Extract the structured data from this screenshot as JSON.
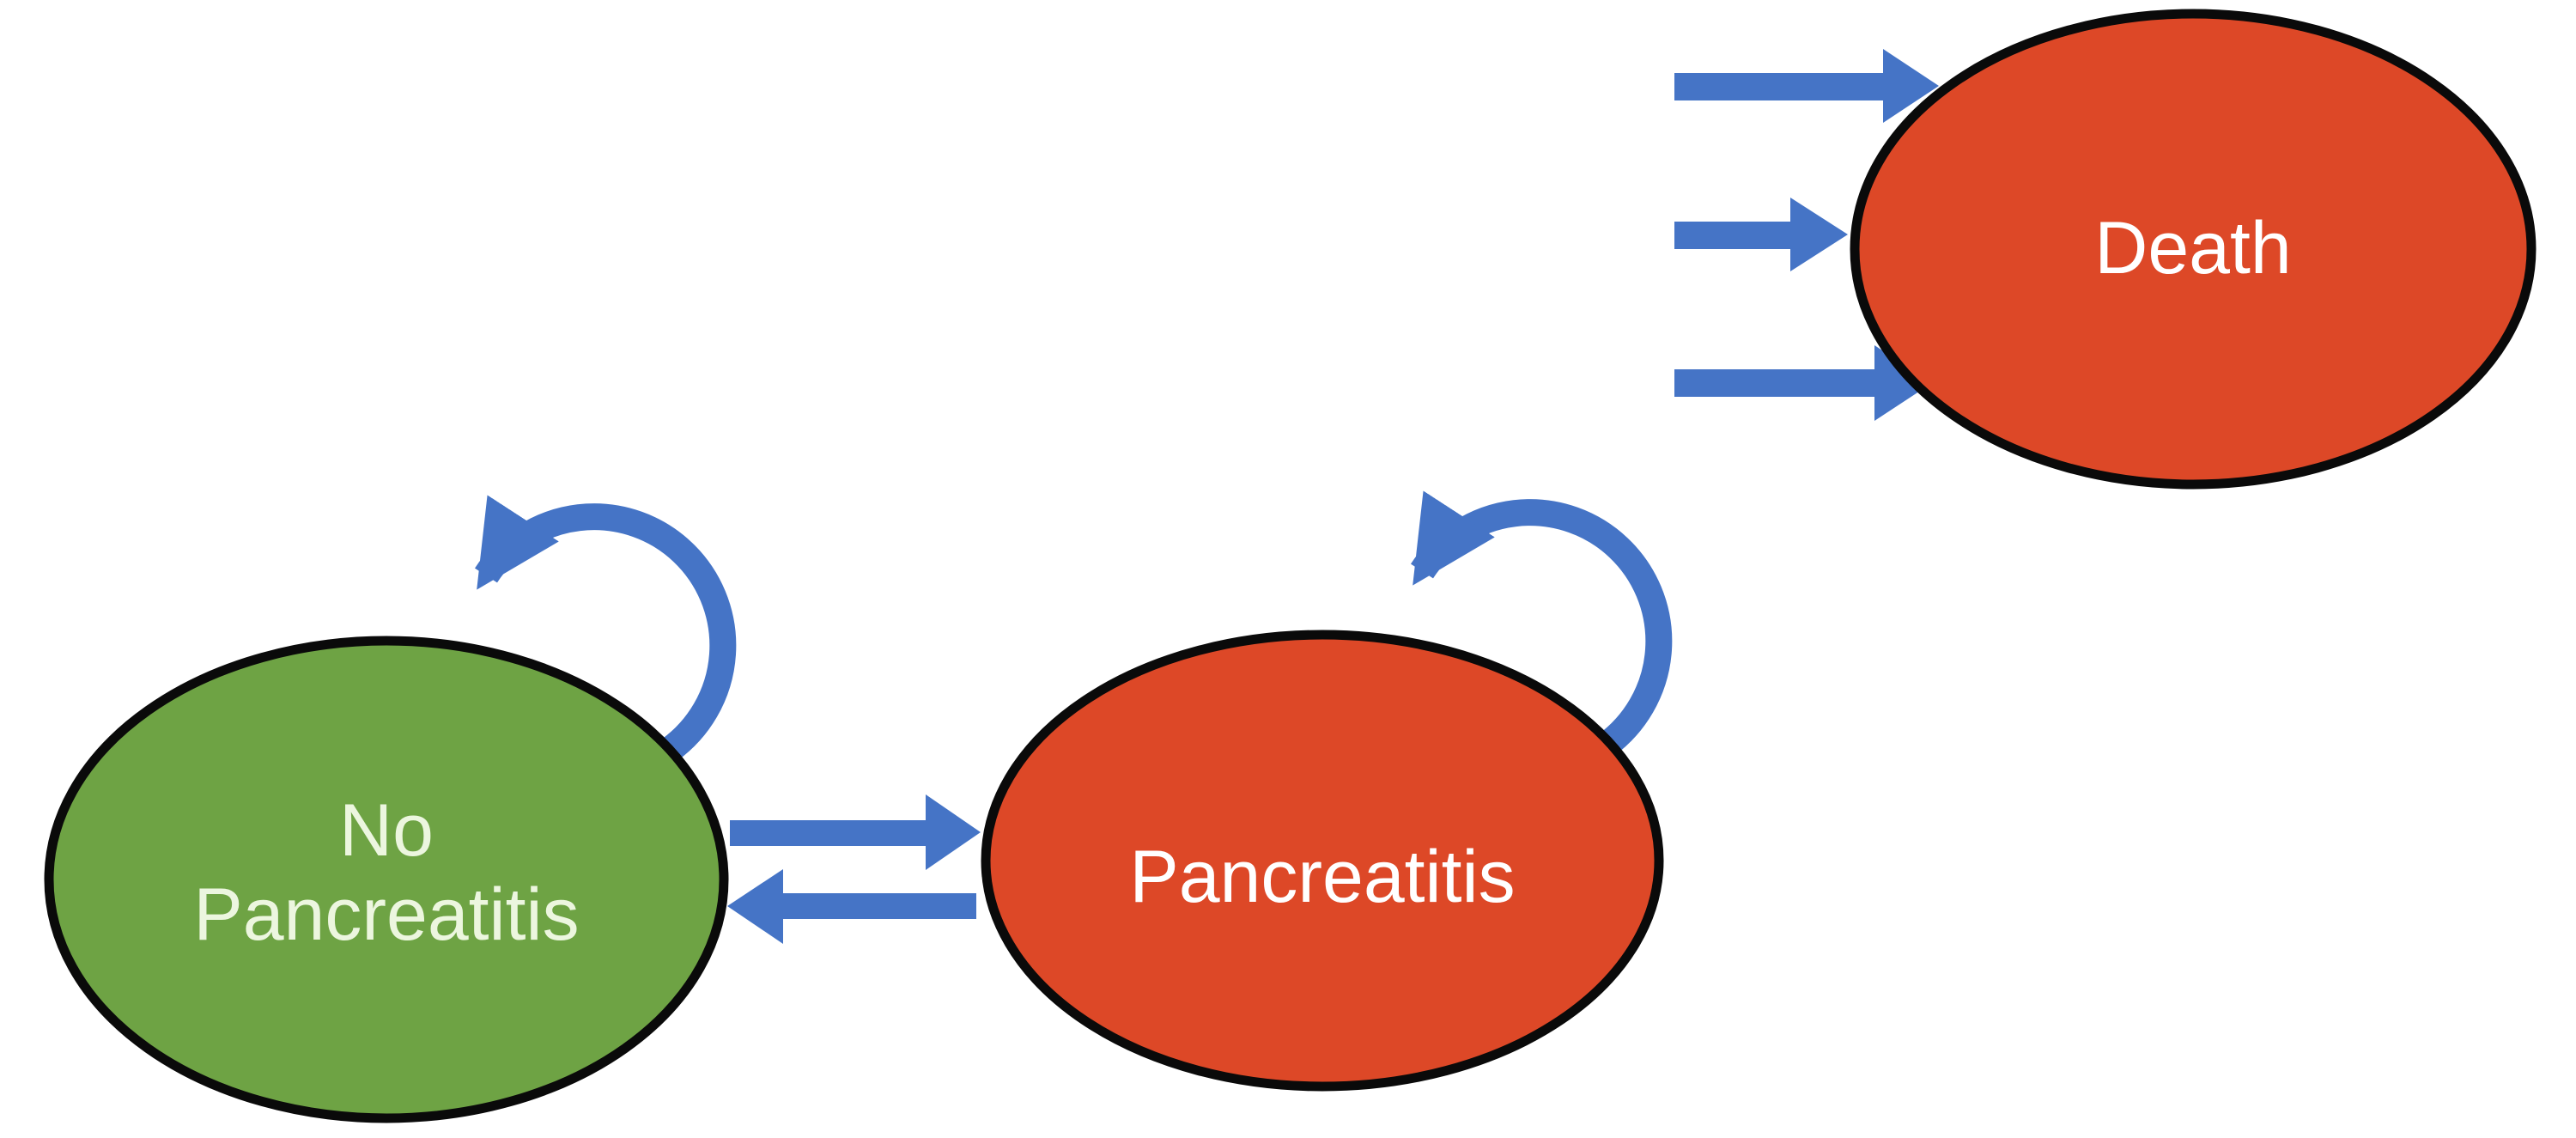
{
  "diagram": {
    "type": "state-transition-diagram",
    "background": "#ffffff",
    "nodes": [
      {
        "id": "no-pancreatitis",
        "label": "No Pancreatitis",
        "label_line1": "No",
        "label_line2": "Pancreatitis",
        "shape": "ellipse",
        "fill": "#6EA344",
        "text_color": "#ECF6DF"
      },
      {
        "id": "pancreatitis",
        "label": "Pancreatitis",
        "shape": "ellipse",
        "fill": "#DD4827",
        "text_color": "#FFFFFF"
      },
      {
        "id": "death",
        "label": "Death",
        "shape": "ellipse",
        "fill": "#DD4827",
        "text_color": "#FFFFFF"
      }
    ],
    "transitions": [
      {
        "id": "no-pancreatitis-self-loop",
        "from": "no-pancreatitis",
        "to": "no-pancreatitis",
        "style": "curved-self-loop"
      },
      {
        "id": "pancreatitis-self-loop",
        "from": "pancreatitis",
        "to": "pancreatitis",
        "style": "curved-self-loop"
      },
      {
        "id": "no-pancreatitis-to-pancreatitis",
        "from": "no-pancreatitis",
        "to": "pancreatitis",
        "style": "straight-right"
      },
      {
        "id": "pancreatitis-to-no-pancreatitis",
        "from": "pancreatitis",
        "to": "no-pancreatitis",
        "style": "straight-left"
      },
      {
        "id": "death-incoming-arrow-1",
        "from": "",
        "to": "death",
        "style": "straight-right"
      },
      {
        "id": "death-incoming-arrow-2",
        "from": "",
        "to": "death",
        "style": "straight-right"
      },
      {
        "id": "death-incoming-arrow-3",
        "from": "",
        "to": "death",
        "style": "straight-right"
      }
    ],
    "colors": {
      "arrow": "#4574C6",
      "outline": "#0A0A0A",
      "healthy_state_fill": "#6EA344",
      "disease_state_fill": "#DD4827"
    }
  }
}
